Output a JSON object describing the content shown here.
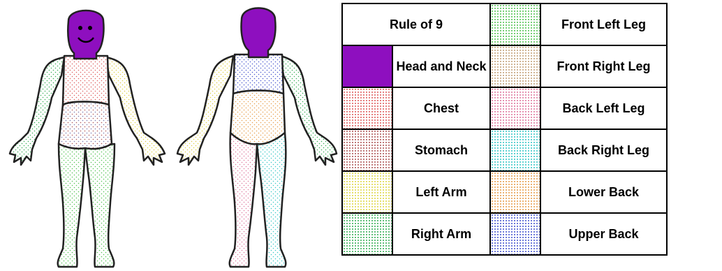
{
  "legend": {
    "title": "Rule of 9",
    "left_items": [
      {
        "label": "Head and Neck",
        "color": "#8e0fbf",
        "solid": true
      },
      {
        "label": "Chest",
        "color": "#e06060"
      },
      {
        "label": "Stomach",
        "color": "#b05a5a"
      },
      {
        "label": "Left Arm",
        "color": "#e0d84a"
      },
      {
        "label": "Right Arm",
        "color": "#3bb05a"
      }
    ],
    "right_items": [
      {
        "label": "Front Left Leg",
        "color": "#56c456"
      },
      {
        "label": "Front Right Leg",
        "color": "#c4a27a"
      },
      {
        "label": "Back Left Leg",
        "color": "#e07aa0"
      },
      {
        "label": "Back Right Leg",
        "color": "#3ac8c8"
      },
      {
        "label": "Lower Back",
        "color": "#e8a050"
      },
      {
        "label": "Upper Back",
        "color": "#4a5ad0"
      }
    ]
  },
  "colors": {
    "head": "#8e0fbf",
    "outline": "#222222"
  }
}
